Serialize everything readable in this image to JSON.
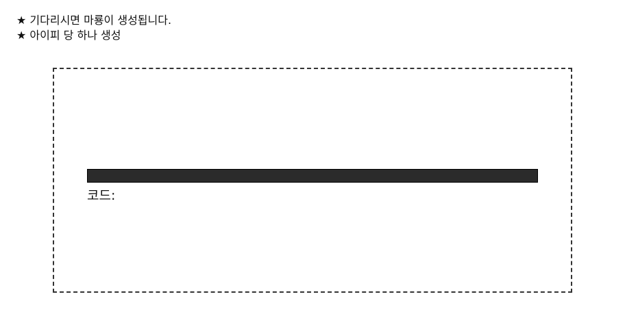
{
  "notes": [
    "★ 기다리시면 마룡이 생성됩니다.",
    "★ 아이피 당 하나 생성"
  ],
  "panel": {
    "code_label": "코드:"
  }
}
